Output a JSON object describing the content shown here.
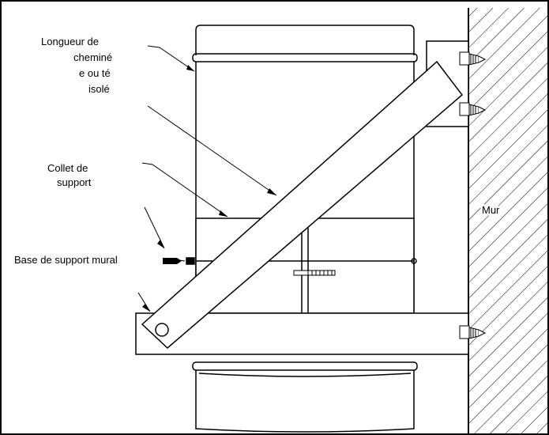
{
  "labels": {
    "chimney_length": [
      "Longueur de",
      "cheminé",
      "e ou té",
      "isolé"
    ],
    "support_collar": [
      "Collet de",
      "support"
    ],
    "wall_support_base": "Base de support mural",
    "wall": "Mur"
  },
  "colors": {
    "line": "#000000",
    "background": "#ffffff"
  }
}
